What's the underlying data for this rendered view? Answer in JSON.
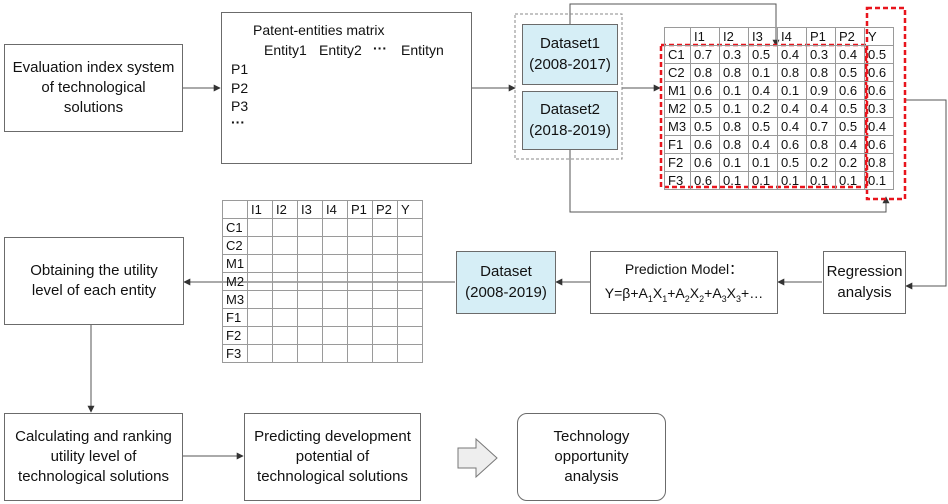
{
  "boxes": {
    "evaluation": "Evaluation index system of technological solutions",
    "dataset1_line1": "Dataset1",
    "dataset1_line2": "(2008-2017)",
    "dataset2_line1": "Dataset2",
    "dataset2_line2": "(2018-2019)",
    "regression_line1": "Regression",
    "regression_line2": "analysis",
    "prediction_title": "Prediction Model：",
    "prediction_formula": "Y=β+A1X1+A2X2+A3X3+…",
    "dataset_line1": "Dataset",
    "dataset_line2": "(2008-2019)",
    "utility": "Obtaining the utility level of each entity",
    "ranking": "Calculating and ranking utility level of technological solutions",
    "predicting": "Predicting development potential of technological solutions",
    "opportunity": "Technology opportunity analysis"
  },
  "patent_matrix": {
    "title": "Patent-entities matrix",
    "columns": [
      "Entity1",
      "Entity2",
      "···",
      "Entityn"
    ],
    "rows": [
      "P1",
      "P2",
      "P3",
      "···"
    ]
  },
  "data_table": {
    "headers": [
      "",
      "I1",
      "I2",
      "I3",
      "I4",
      "P1",
      "P2",
      "Y"
    ],
    "rows": [
      [
        "C1",
        "0.7",
        "0.3",
        "0.5",
        "0.4",
        "0.3",
        "0.4",
        "0.5"
      ],
      [
        "C2",
        "0.8",
        "0.8",
        "0.1",
        "0.8",
        "0.8",
        "0.5",
        "0.6"
      ],
      [
        "M1",
        "0.6",
        "0.1",
        "0.4",
        "0.1",
        "0.9",
        "0.6",
        "0.6"
      ],
      [
        "M2",
        "0.5",
        "0.1",
        "0.2",
        "0.4",
        "0.4",
        "0.5",
        "0.3"
      ],
      [
        "M3",
        "0.5",
        "0.8",
        "0.5",
        "0.4",
        "0.7",
        "0.5",
        "0.4"
      ],
      [
        "F1",
        "0.6",
        "0.8",
        "0.4",
        "0.6",
        "0.8",
        "0.4",
        "0.6"
      ],
      [
        "F2",
        "0.6",
        "0.1",
        "0.1",
        "0.5",
        "0.2",
        "0.2",
        "0.8"
      ],
      [
        "F3",
        "0.6",
        "0.1",
        "0.1",
        "0.1",
        "0.1",
        "0.1",
        "0.1"
      ]
    ]
  },
  "empty_table": {
    "headers": [
      "",
      "I1",
      "I2",
      "I3",
      "I4",
      "P1",
      "P2",
      "Y"
    ],
    "row_labels": [
      "C1",
      "C2",
      "M1",
      "M2",
      "M3",
      "F1",
      "F2",
      "F3"
    ]
  },
  "colors": {
    "cyan_fill": "#d6eef6",
    "highlight": "#e8141c",
    "line": "#6b6b6b"
  }
}
